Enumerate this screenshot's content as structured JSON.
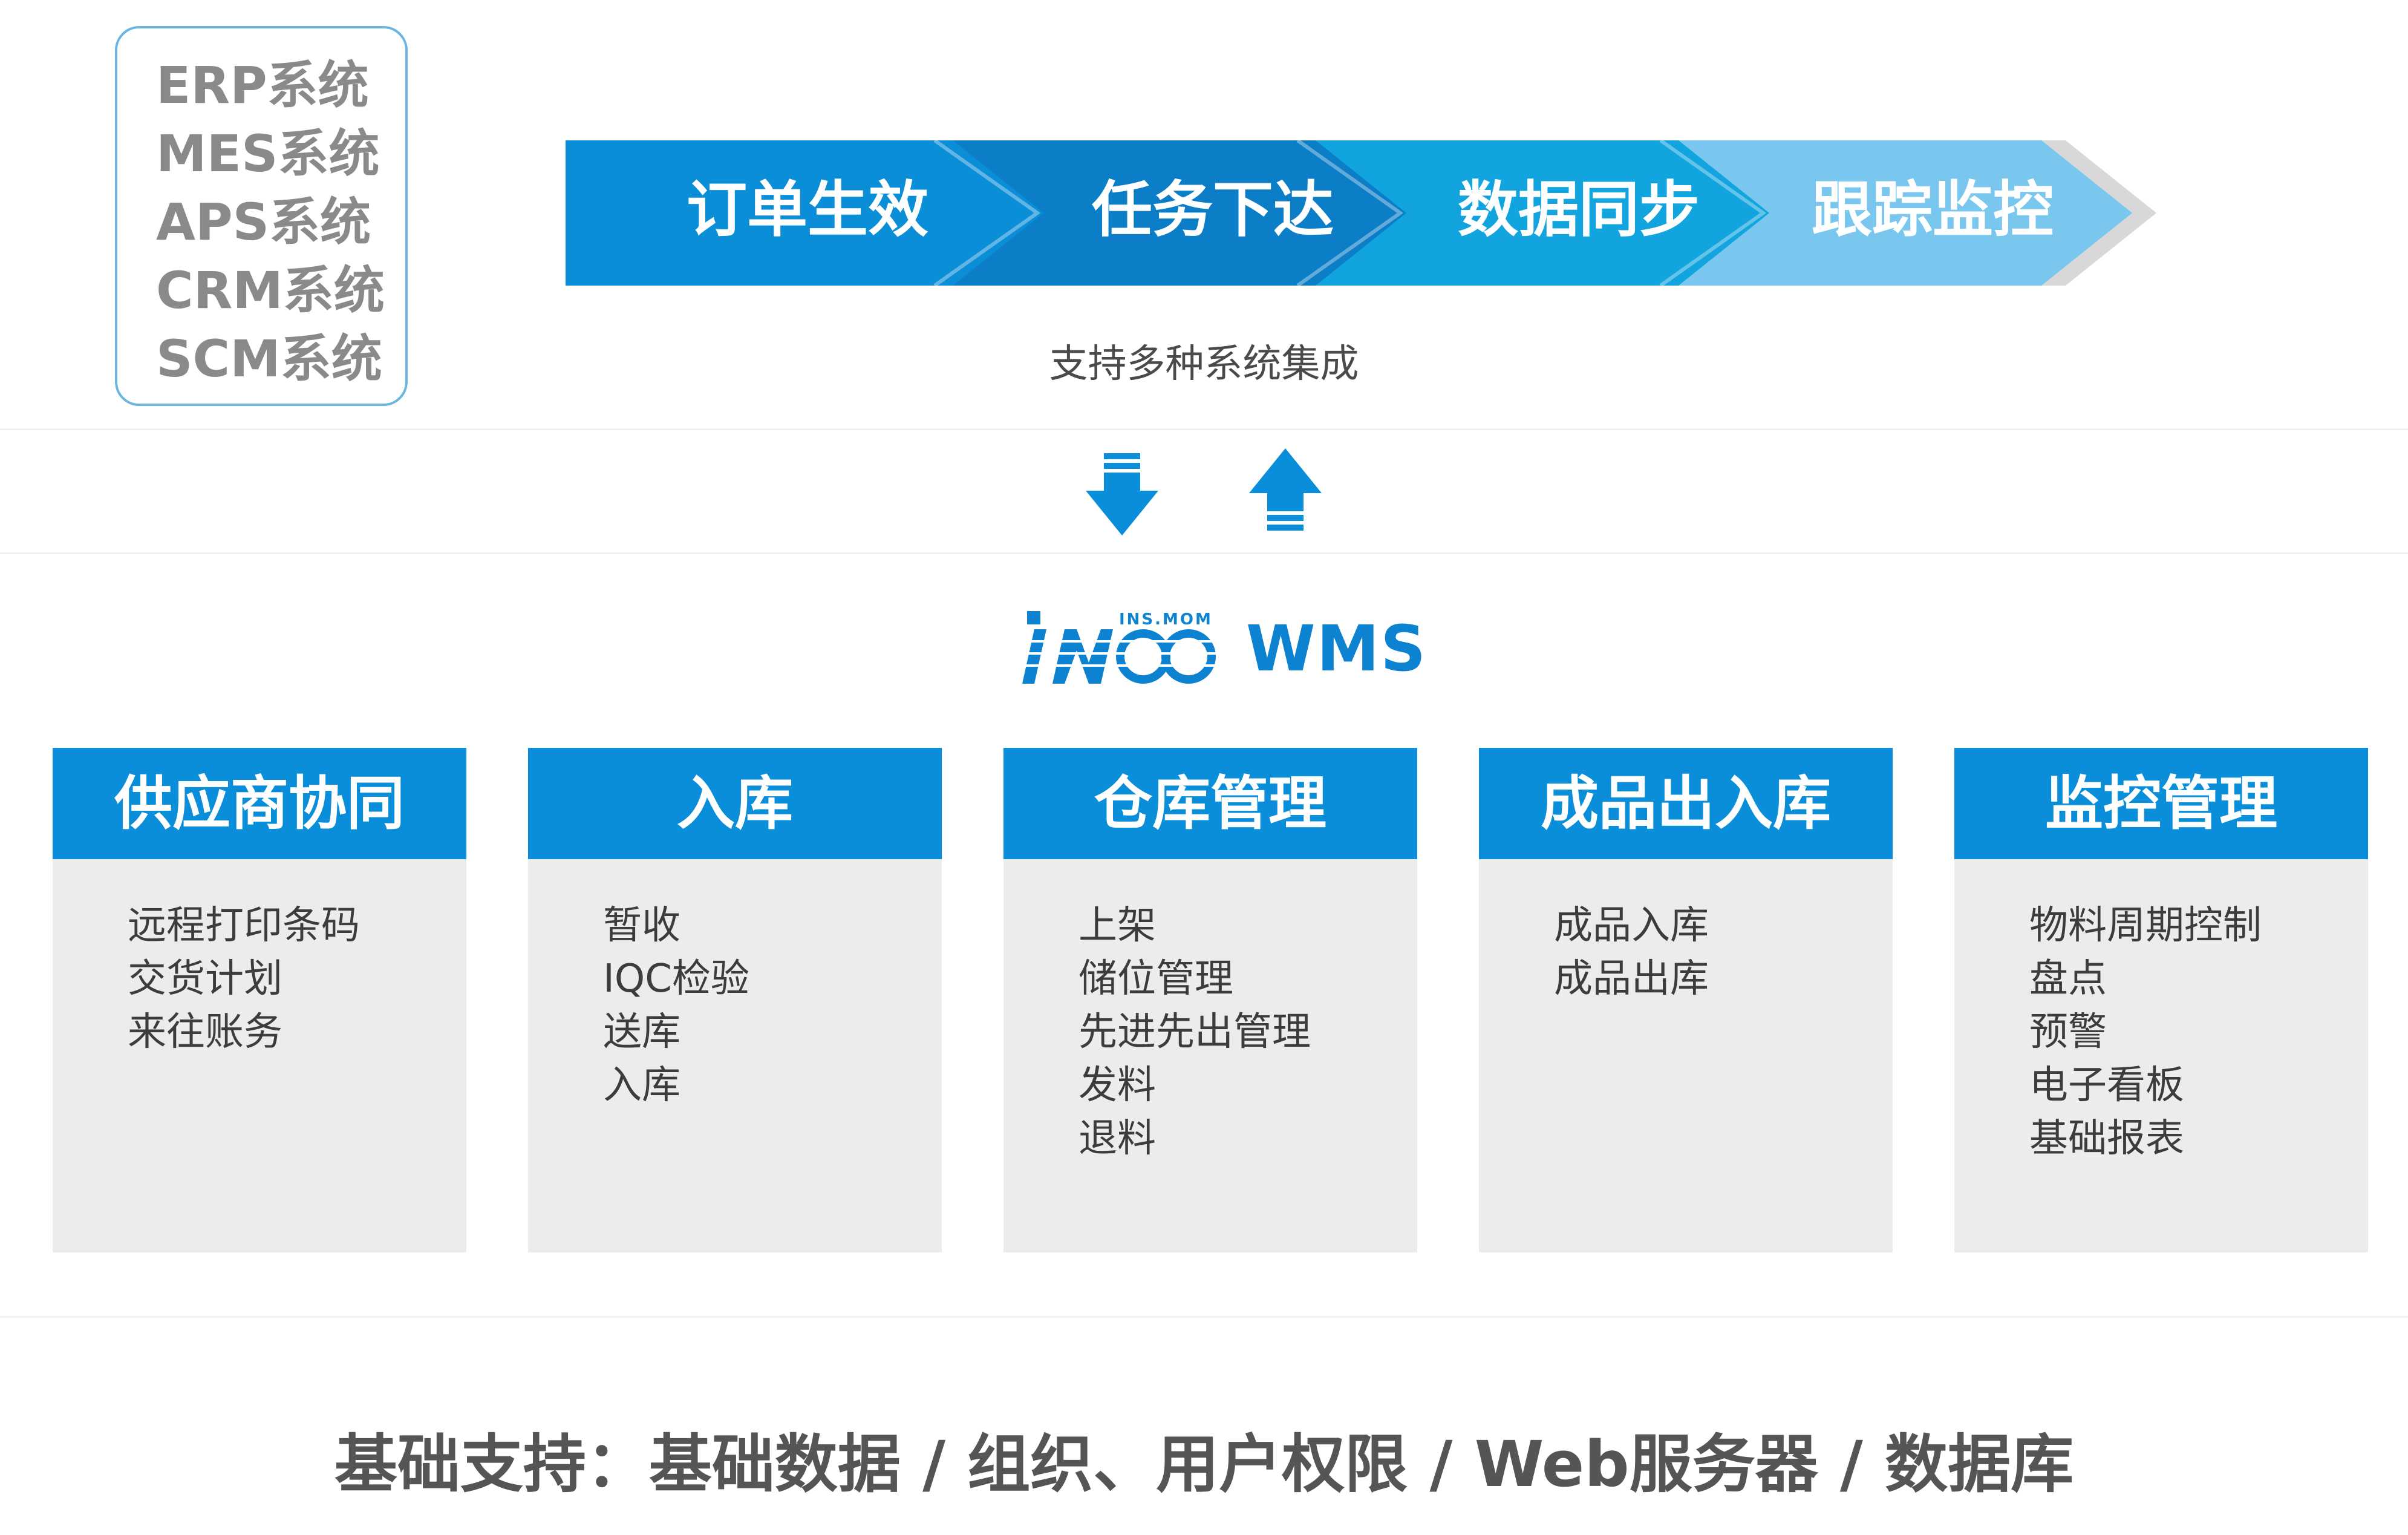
{
  "systems": [
    "ERP系统",
    "MES系统",
    "APS系统",
    "CRM系统",
    "SCM系统"
  ],
  "flow_steps": [
    "订单生效",
    "任务下达",
    "数据同步",
    "跟踪监控"
  ],
  "integration_caption": "支持多种系统集成",
  "logo": {
    "top_text": "INS.MOM",
    "product": "WMS"
  },
  "modules": [
    {
      "title": "供应商协同",
      "items": [
        "远程打印条码",
        "交货计划",
        "来往账务"
      ]
    },
    {
      "title": "入库",
      "items": [
        "暂收",
        "IQC检验",
        "送库",
        "入库"
      ]
    },
    {
      "title": "仓库管理",
      "items": [
        "上架",
        "储位管理",
        "先进先出管理",
        "发料",
        "退料"
      ]
    },
    {
      "title": "成品出入库",
      "items": [
        "成品入库",
        "成品出库"
      ]
    },
    {
      "title": "监控管理",
      "items": [
        "物料周期控制",
        "盘点",
        "预警",
        "电子看板",
        "基础报表"
      ]
    }
  ],
  "footer": "基础支持：基础数据 / 组织、用户权限 / Web服务器 / 数据库",
  "colors": {
    "accent": "#0a8ed9",
    "flow": [
      "#0b8ed8",
      "#0c7ec7",
      "#11a4de",
      "#79c6ef"
    ],
    "flow_tip": "#d8d8d8",
    "box_border": "#69b6e3",
    "card_body": "#ececec"
  }
}
